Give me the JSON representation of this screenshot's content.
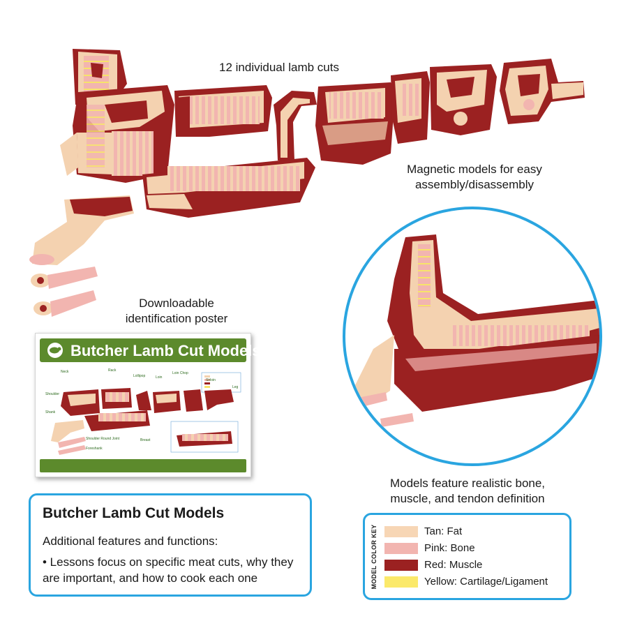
{
  "captions": {
    "cuts": "12 individual lamb cuts",
    "magnetic_line1": "Magnetic models for easy",
    "magnetic_line2": "assembly/disassembly",
    "poster_line1": "Downloadable",
    "poster_line2": "identification poster",
    "realistic_line1": "Models feature realistic bone,",
    "realistic_line2": "muscle, and tendon definition"
  },
  "poster": {
    "title": "Butcher Lamb Cut Models",
    "labels": [
      "Neck",
      "Rack",
      "Lollipop",
      "Loin",
      "Loin Chop",
      "Sirloin",
      "Leg",
      "Shoulder",
      "Shank",
      "Breast",
      "Shoulder Round Joint",
      "Foreshank"
    ]
  },
  "info": {
    "title": "Butcher Lamb Cut Models",
    "subtitle": "Additional features and functions:",
    "bullet": "• Lessons focus on specific meat cuts, why they are important, and how to cook each one"
  },
  "legend": {
    "heading": "MODEL COLOR KEY",
    "items": [
      {
        "label": "Tan: Fat",
        "color": "#f7d6b5"
      },
      {
        "label": "Pink: Bone",
        "color": "#f2b5b0"
      },
      {
        "label": "Red: Muscle",
        "color": "#9b2121"
      },
      {
        "label": "Yellow: Cartilage/Ligament",
        "color": "#fbe96a"
      }
    ]
  },
  "colors": {
    "accent_blue": "#2aa5e0",
    "poster_green": "#5c8a2c",
    "fat": "#f4d2b0",
    "bone": "#f2b5b0",
    "muscle": "#9b2121",
    "cartilage": "#f7e46a"
  }
}
